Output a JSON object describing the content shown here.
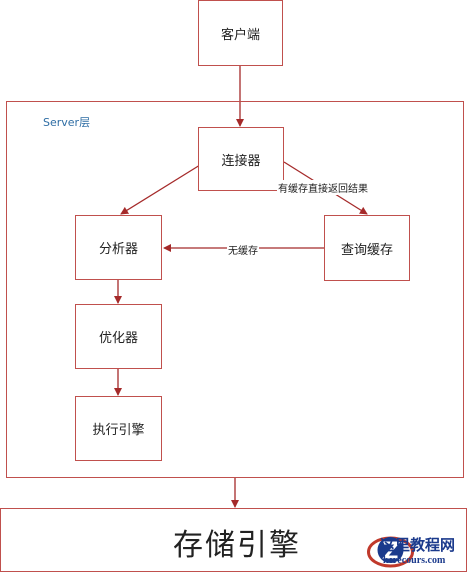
{
  "nodes": {
    "client": "客户端",
    "connector": "连接器",
    "analyzer": "分析器",
    "query_cache": "查询缓存",
    "optimizer": "优化器",
    "executor": "执行引擎",
    "storage_engine": "存储引擎"
  },
  "groups": {
    "server_layer": "Server层"
  },
  "edge_labels": {
    "cache_hit": "有缓存直接返回结果",
    "no_cache": "无缓存"
  },
  "watermark": {
    "cn": "这里教程网",
    "en": "herecours.com"
  },
  "colors": {
    "border": "#c0504d",
    "arrow": "#a52a2a",
    "server_label": "#2e6da4",
    "watermark": "#1b3a8c"
  }
}
